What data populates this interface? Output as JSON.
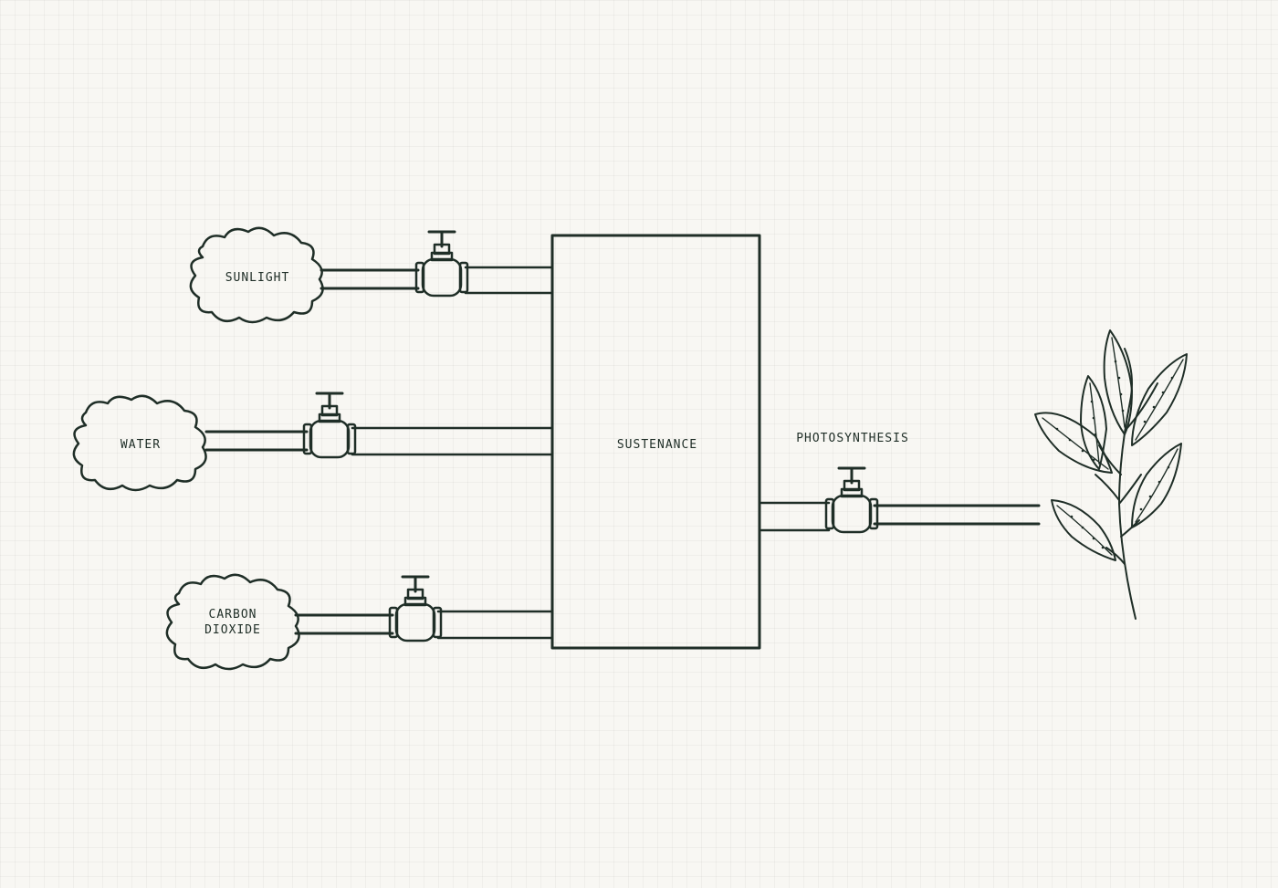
{
  "diagram": {
    "inputs": [
      "SUNLIGHT",
      "WATER",
      "CARBON",
      "DIOXIDE"
    ],
    "center": "SUSTENANCE",
    "output": "PHOTOSYNTHESIS"
  },
  "colors": {
    "ink": "#1f2e27",
    "background": "#f8f7f3"
  },
  "icons": [
    "cloud-icon",
    "valve-icon",
    "leaf-branch-icon"
  ]
}
